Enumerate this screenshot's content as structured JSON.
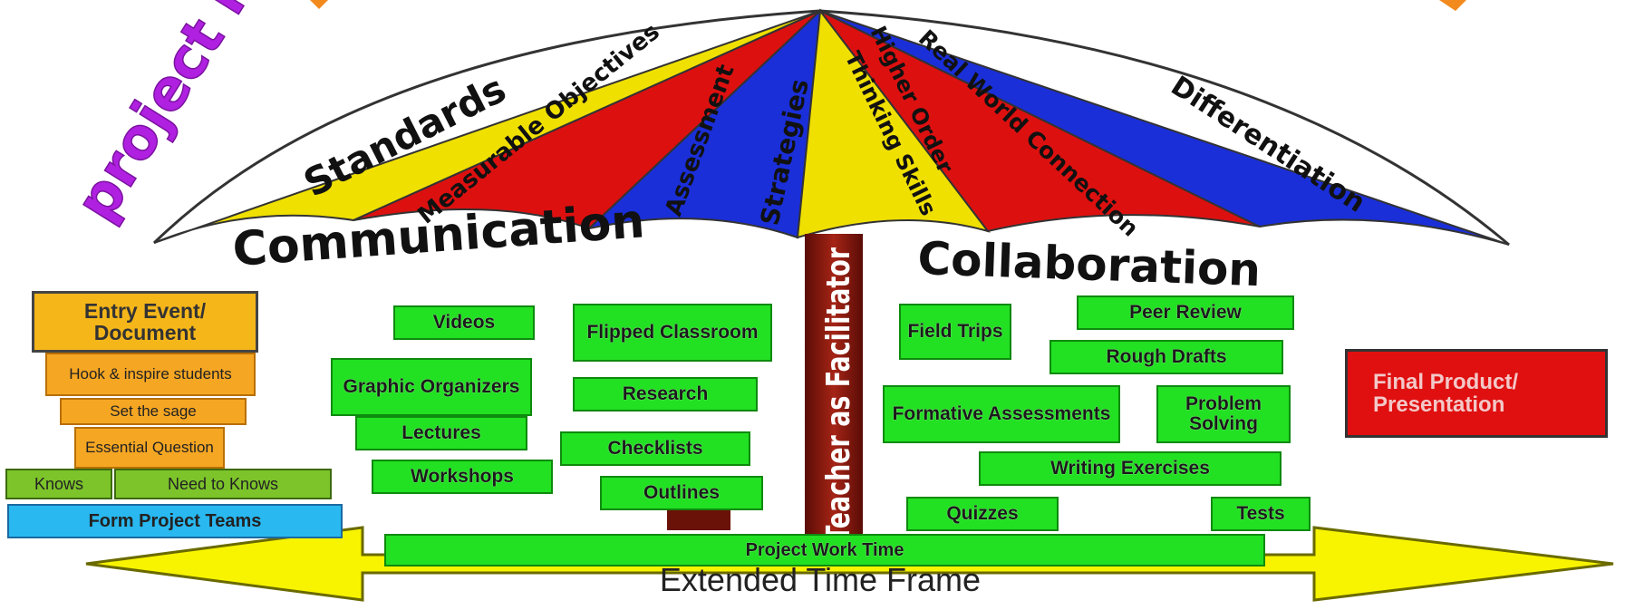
{
  "canopy": {
    "standards": "Standards",
    "measurable_objectives": "Measurable Objectives",
    "assessment": "Assessment",
    "strategies": "Strategies",
    "higher_order_line1": "Higher Order",
    "higher_order_line2": "Thinking Skills",
    "real_world": "Real World Connection",
    "differentiation": "Differentiation"
  },
  "project_idea": "project idea",
  "communication": "Communication",
  "collaboration": "Collaboration",
  "pole_label": "Teacher as Facilitator",
  "left_steps": {
    "entry_event": "Entry Event/ Document",
    "hook": "Hook & inspire students",
    "set_sage": "Set the sage",
    "essential": "Essential Question",
    "knows": "Knows",
    "need_to_knows": "Need to Knows",
    "form_teams": "Form Project Teams"
  },
  "communication_items": {
    "videos": "Videos",
    "flipped": "Flipped Classroom",
    "graphic": "Graphic Organizers",
    "research": "Research",
    "lectures": "Lectures",
    "checklists": "Checklists",
    "workshops": "Workshops",
    "outlines": "Outlines"
  },
  "collaboration_items": {
    "field_trips": "Field Trips",
    "peer_review": "Peer Review",
    "rough_drafts": "Rough Drafts",
    "formative": "Formative Assessments",
    "problem_solving": "Problem Solving",
    "writing": "Writing Exercises",
    "quizzes": "Quizzes",
    "tests": "Tests"
  },
  "final_product": "Final Product/ Presentation",
  "project_work_time": "Project Work Time",
  "extended_time_frame": "Extended Time Frame",
  "colors": {
    "yellow": "#f0e000",
    "red": "#dd1010",
    "blue": "#1a2fd8",
    "green": "#22e022",
    "orange": "#f5a623",
    "cyan": "#29b8f0",
    "purple": "#b020e0",
    "pole": "#8a1a10"
  }
}
